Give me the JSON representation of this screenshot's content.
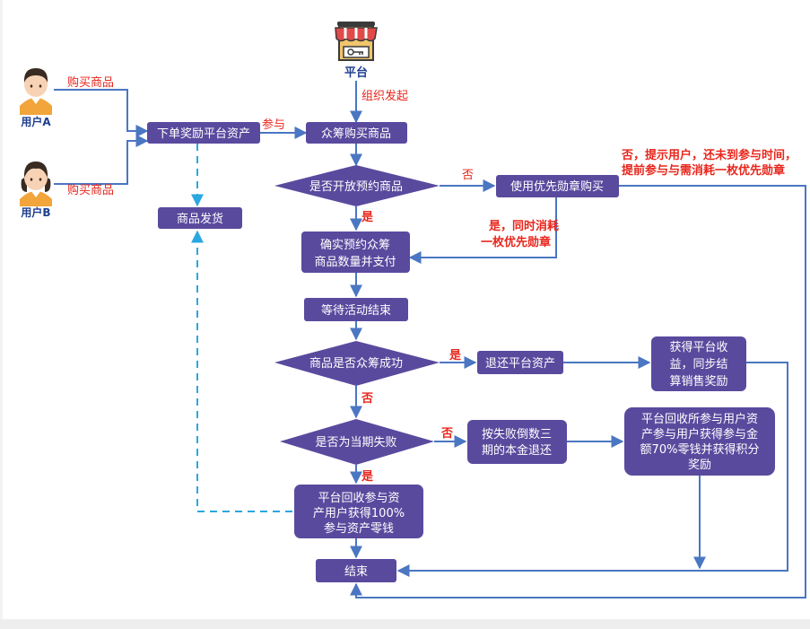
{
  "platform": {
    "label": "平台",
    "icon": "store-icon"
  },
  "users": [
    {
      "label": "用户A",
      "icon": "user-male-avatar-icon",
      "action": "购买商品"
    },
    {
      "label": "用户B",
      "icon": "user-female-avatar-icon",
      "action": "购买商品"
    }
  ],
  "edge_labels": {
    "organize": "组织发起",
    "join": "参与",
    "no1": "否",
    "yes1": "是",
    "yes_consume_1": "是，同时消耗",
    "yes_consume_2": "一枚优先勋章",
    "no_note_1": "否，提示用户，还未到参与时间，",
    "no_note_2": "提前参与与需消耗一枚优先勋章",
    "yes2": "是",
    "no2": "否",
    "no3": "否",
    "yes3": "是"
  },
  "nodes": {
    "order": "下单奖励平台资产",
    "delivery": "商品发货",
    "crowdfund": "众筹购买商品",
    "open_reserve": "是否开放预约商品",
    "use_medal": "使用优先勋章购买",
    "confirm_1": "确实预约众筹",
    "confirm_2": "商品数量并支付",
    "wait": "等待活动结束",
    "success_q": "商品是否众筹成功",
    "refund": "退还平台资产",
    "income_1": "获得平台收",
    "income_2": "益，同步结",
    "income_3": "算销售奖励",
    "fail_q": "是否为当期失败",
    "inverse_1": "按失败倒数三",
    "inverse_2": "期的本金退还",
    "recover_1": "平台回收所参与用户资",
    "recover_2": "产参与用户获得参与金",
    "recover_3": "额70%零钱并获得积分",
    "recover_4": "奖励",
    "current_1": "平台回收参与资",
    "current_2": "产用户获得100%",
    "current_3": "参与资产零钱",
    "end": "结束"
  },
  "colors": {
    "node_fill": "#5a4a9e",
    "arrow": "#4a76c2",
    "dashed": "#2aa7e0",
    "label": "#e8261c",
    "user_label": "#1f3f8f"
  }
}
